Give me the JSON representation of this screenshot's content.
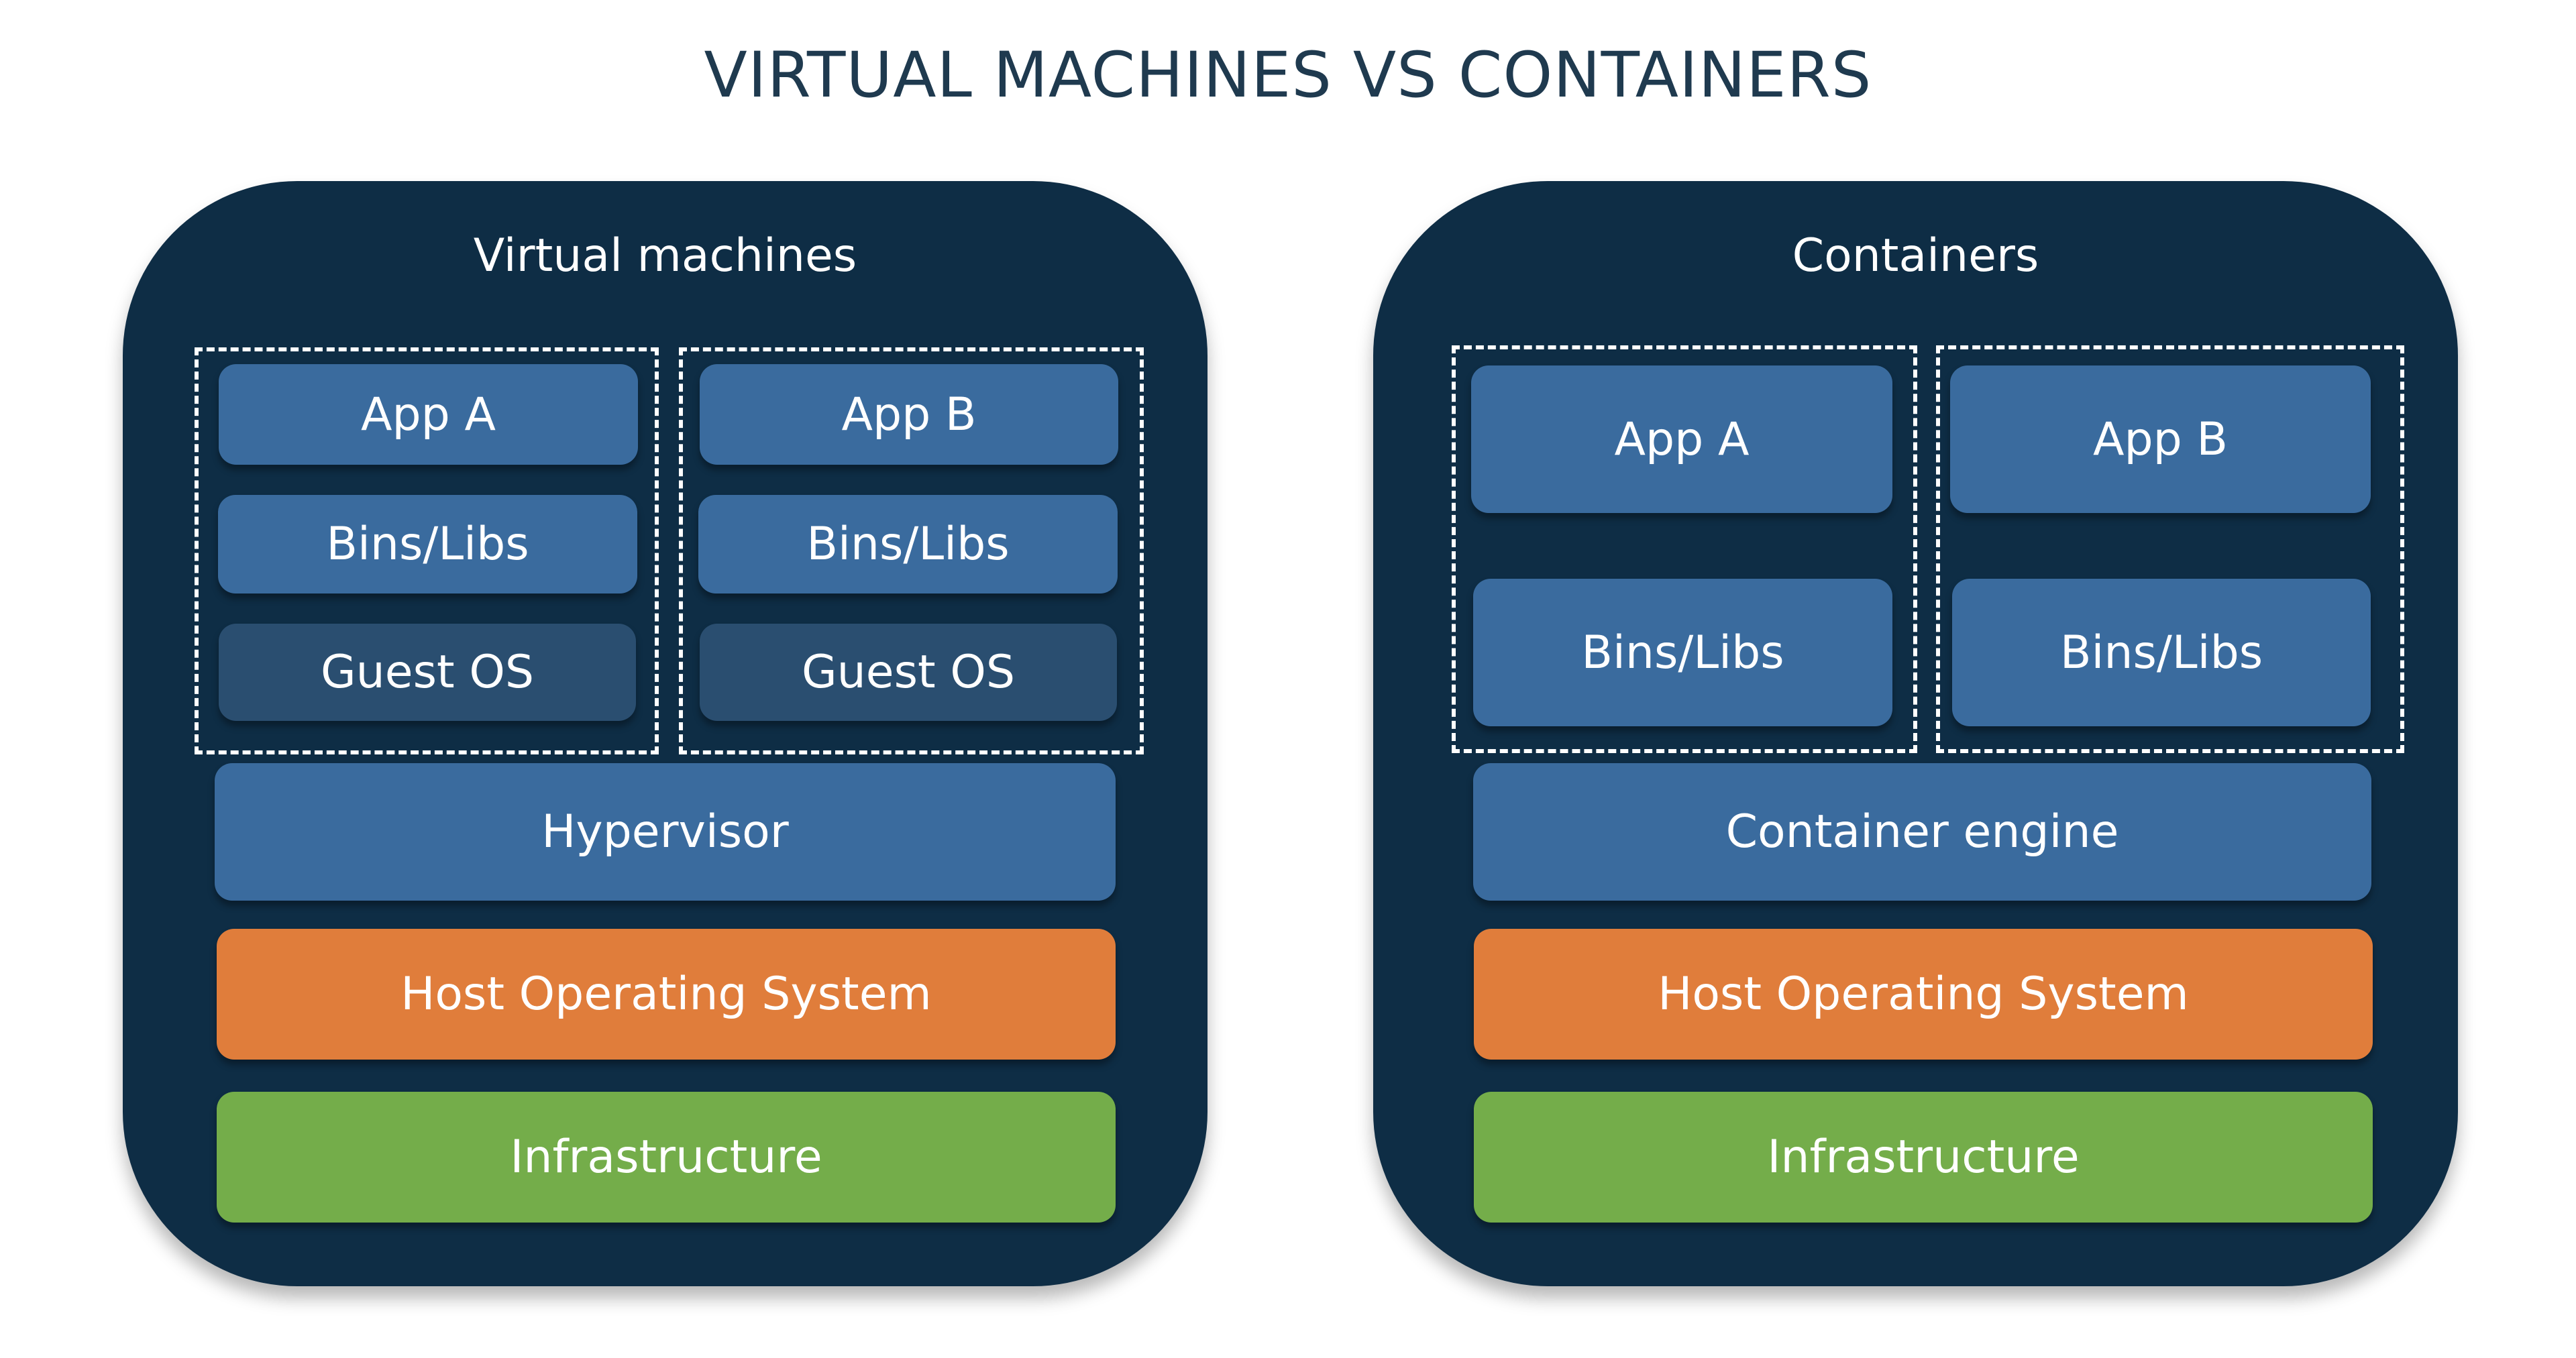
{
  "title": "VIRTUAL MACHINES VS CONTAINERS",
  "colors": {
    "panel": "#0e2d45",
    "block_blue": "#3a6b9e",
    "block_dark_blue": "#2a4e70",
    "host_os": "#e07d3b",
    "infrastructure": "#74ad4a"
  },
  "vm": {
    "title": "Virtual machines",
    "stacks": [
      {
        "app": "App A",
        "libs": "Bins/Libs",
        "os": "Guest OS"
      },
      {
        "app": "App B",
        "libs": "Bins/Libs",
        "os": "Guest OS"
      }
    ],
    "hypervisor": "Hypervisor",
    "host_os": "Host Operating System",
    "infrastructure": "Infrastructure"
  },
  "containers": {
    "title": "Containers",
    "stacks": [
      {
        "app": "App A",
        "libs": "Bins/Libs"
      },
      {
        "app": "App B",
        "libs": "Bins/Libs"
      }
    ],
    "engine": "Container engine",
    "host_os": "Host Operating System",
    "infrastructure": "Infrastructure"
  }
}
